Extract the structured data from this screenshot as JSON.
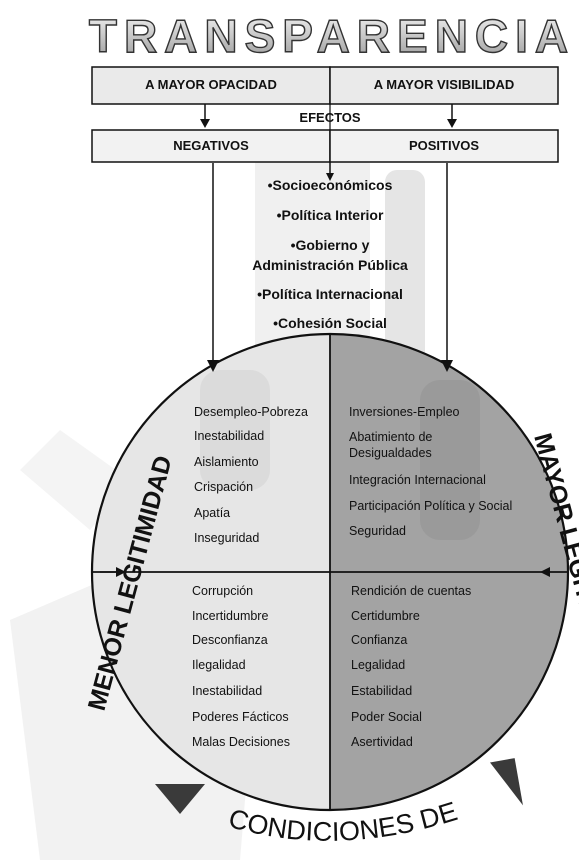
{
  "title": "TRANSPARENCIA",
  "top_boxes": {
    "left": "A MAYOR OPACIDAD",
    "right": "A MAYOR VISIBILIDAD"
  },
  "effects_label": "EFECTOS",
  "effect_boxes": {
    "left": "NEGATIVOS",
    "right": "POSITIVOS"
  },
  "center_items": [
    "•Socioeconómicos",
    "•Política Interior",
    "•Gobierno y",
    "Administración Pública",
    "•Política Internacional",
    "•Cohesión Social"
  ],
  "quadrants": {
    "top_left": [
      "Desempleo-Pobreza",
      "Inestabilidad",
      "Aislamiento",
      "Crispación",
      "Apatía",
      "Inseguridad"
    ],
    "top_right": [
      "Inversiones-Empleo",
      "Abatimiento de",
      "Desigualdades",
      "Integración Internacional",
      "Participación Política y Social",
      "Seguridad"
    ],
    "bottom_left": [
      "Corrupción",
      "Incertidumbre",
      "Desconfianza",
      "Ilegalidad",
      "Inestabilidad",
      "Poderes Fácticos",
      "Malas Decisiones"
    ],
    "bottom_right": [
      "Rendición de cuentas",
      "Certidumbre",
      "Confianza",
      "Legalidad",
      "Estabilidad",
      "Poder Social",
      "Asertividad"
    ]
  },
  "side_labels": {
    "left": "MENOR LEGITIMIDAD",
    "right": "MAYOR LEGITIMIDAD"
  },
  "bottom_label": "CONDICIONES DE",
  "colors": {
    "circle_left": "#e3e3e3",
    "circle_right": "#9f9f9f",
    "box_fill": "#ececec",
    "ink": "#111111"
  }
}
